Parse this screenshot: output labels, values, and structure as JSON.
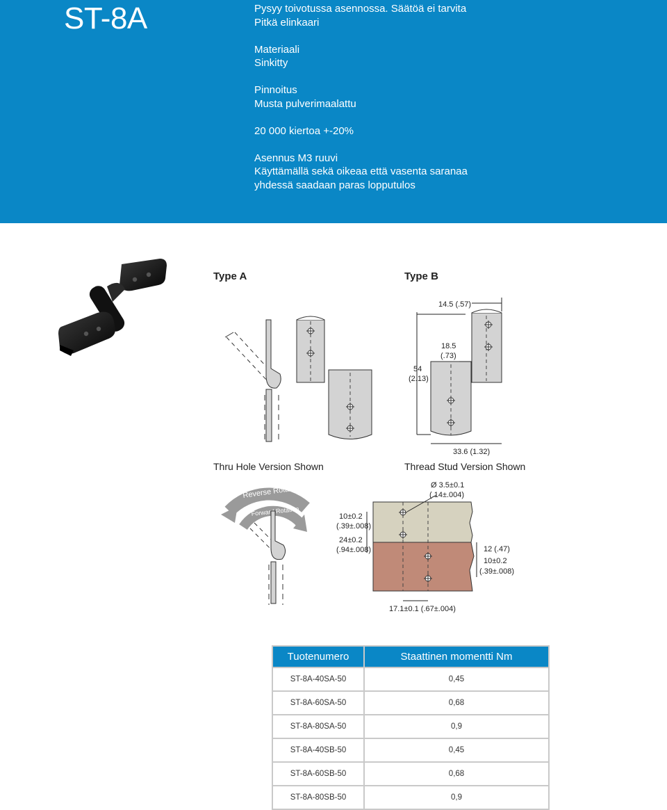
{
  "header": {
    "model": "ST-8A",
    "spec_groups": [
      {
        "lines": [
          "Pysyy toivotussa asennossa. Säätöä ei tarvita",
          "Pitkä elinkaari"
        ]
      },
      {
        "lines": [
          "Materiaali",
          "Sinkitty"
        ]
      },
      {
        "lines": [
          "Pinnoitus",
          "Musta pulverimaalattu"
        ]
      },
      {
        "lines": [
          "20 000 kiertoa +-20%"
        ]
      },
      {
        "lines": [
          "Asennus M3 ruuvi",
          "Käyttämällä sekä oikeaa että vasenta saranaa",
          "yhdessä saadaan paras lopputulos"
        ]
      }
    ]
  },
  "drawing": {
    "type_a": "Type A",
    "type_b": "Type B",
    "thru_hole": "Thru Hole Version Shown",
    "thread_stud": "Thread Stud Version Shown",
    "reverse_rotation": "Reverse Rotation",
    "forward_rotation": "Forward Rotation",
    "dim_width": "14.5 (.57)",
    "dim_leaf_1": "18.5",
    "dim_leaf_2": "(.73)",
    "dim_height_1": "54",
    "dim_height_2": "(2.13)",
    "dim_span": "33.6 (1.32)",
    "dim_hole_1": "Ø 3.5±0.1",
    "dim_hole_2": "(.14±.004)",
    "dim_a_1": "10±0.2",
    "dim_a_2": "(.39±.008)",
    "dim_b_1": "24±0.2",
    "dim_b_2": "(.94±.008)",
    "dim_c": "12 (.47)",
    "dim_d_1": "10±0.2",
    "dim_d_2": "(.39±.008)",
    "dim_bottom": "17.1±0.1 (.67±.004)"
  },
  "table": {
    "headers": [
      "Tuotenumero",
      "Staattinen momentti Nm"
    ],
    "rows": [
      [
        "ST-8A-40SA-50",
        "0,45"
      ],
      [
        "ST-8A-60SA-50",
        "0,68"
      ],
      [
        "ST-8A-80SA-50",
        "0,9"
      ],
      [
        "ST-8A-40SB-50",
        "0,45"
      ],
      [
        "ST-8A-60SB-50",
        "0,68"
      ],
      [
        "ST-8A-80SB-50",
        "0,9"
      ]
    ]
  },
  "colors": {
    "header_blue": "#0a87c6",
    "plate_top": "#d6d2bf",
    "plate_bottom": "#c08a78",
    "leaf_gray": "#d3d3d3"
  }
}
